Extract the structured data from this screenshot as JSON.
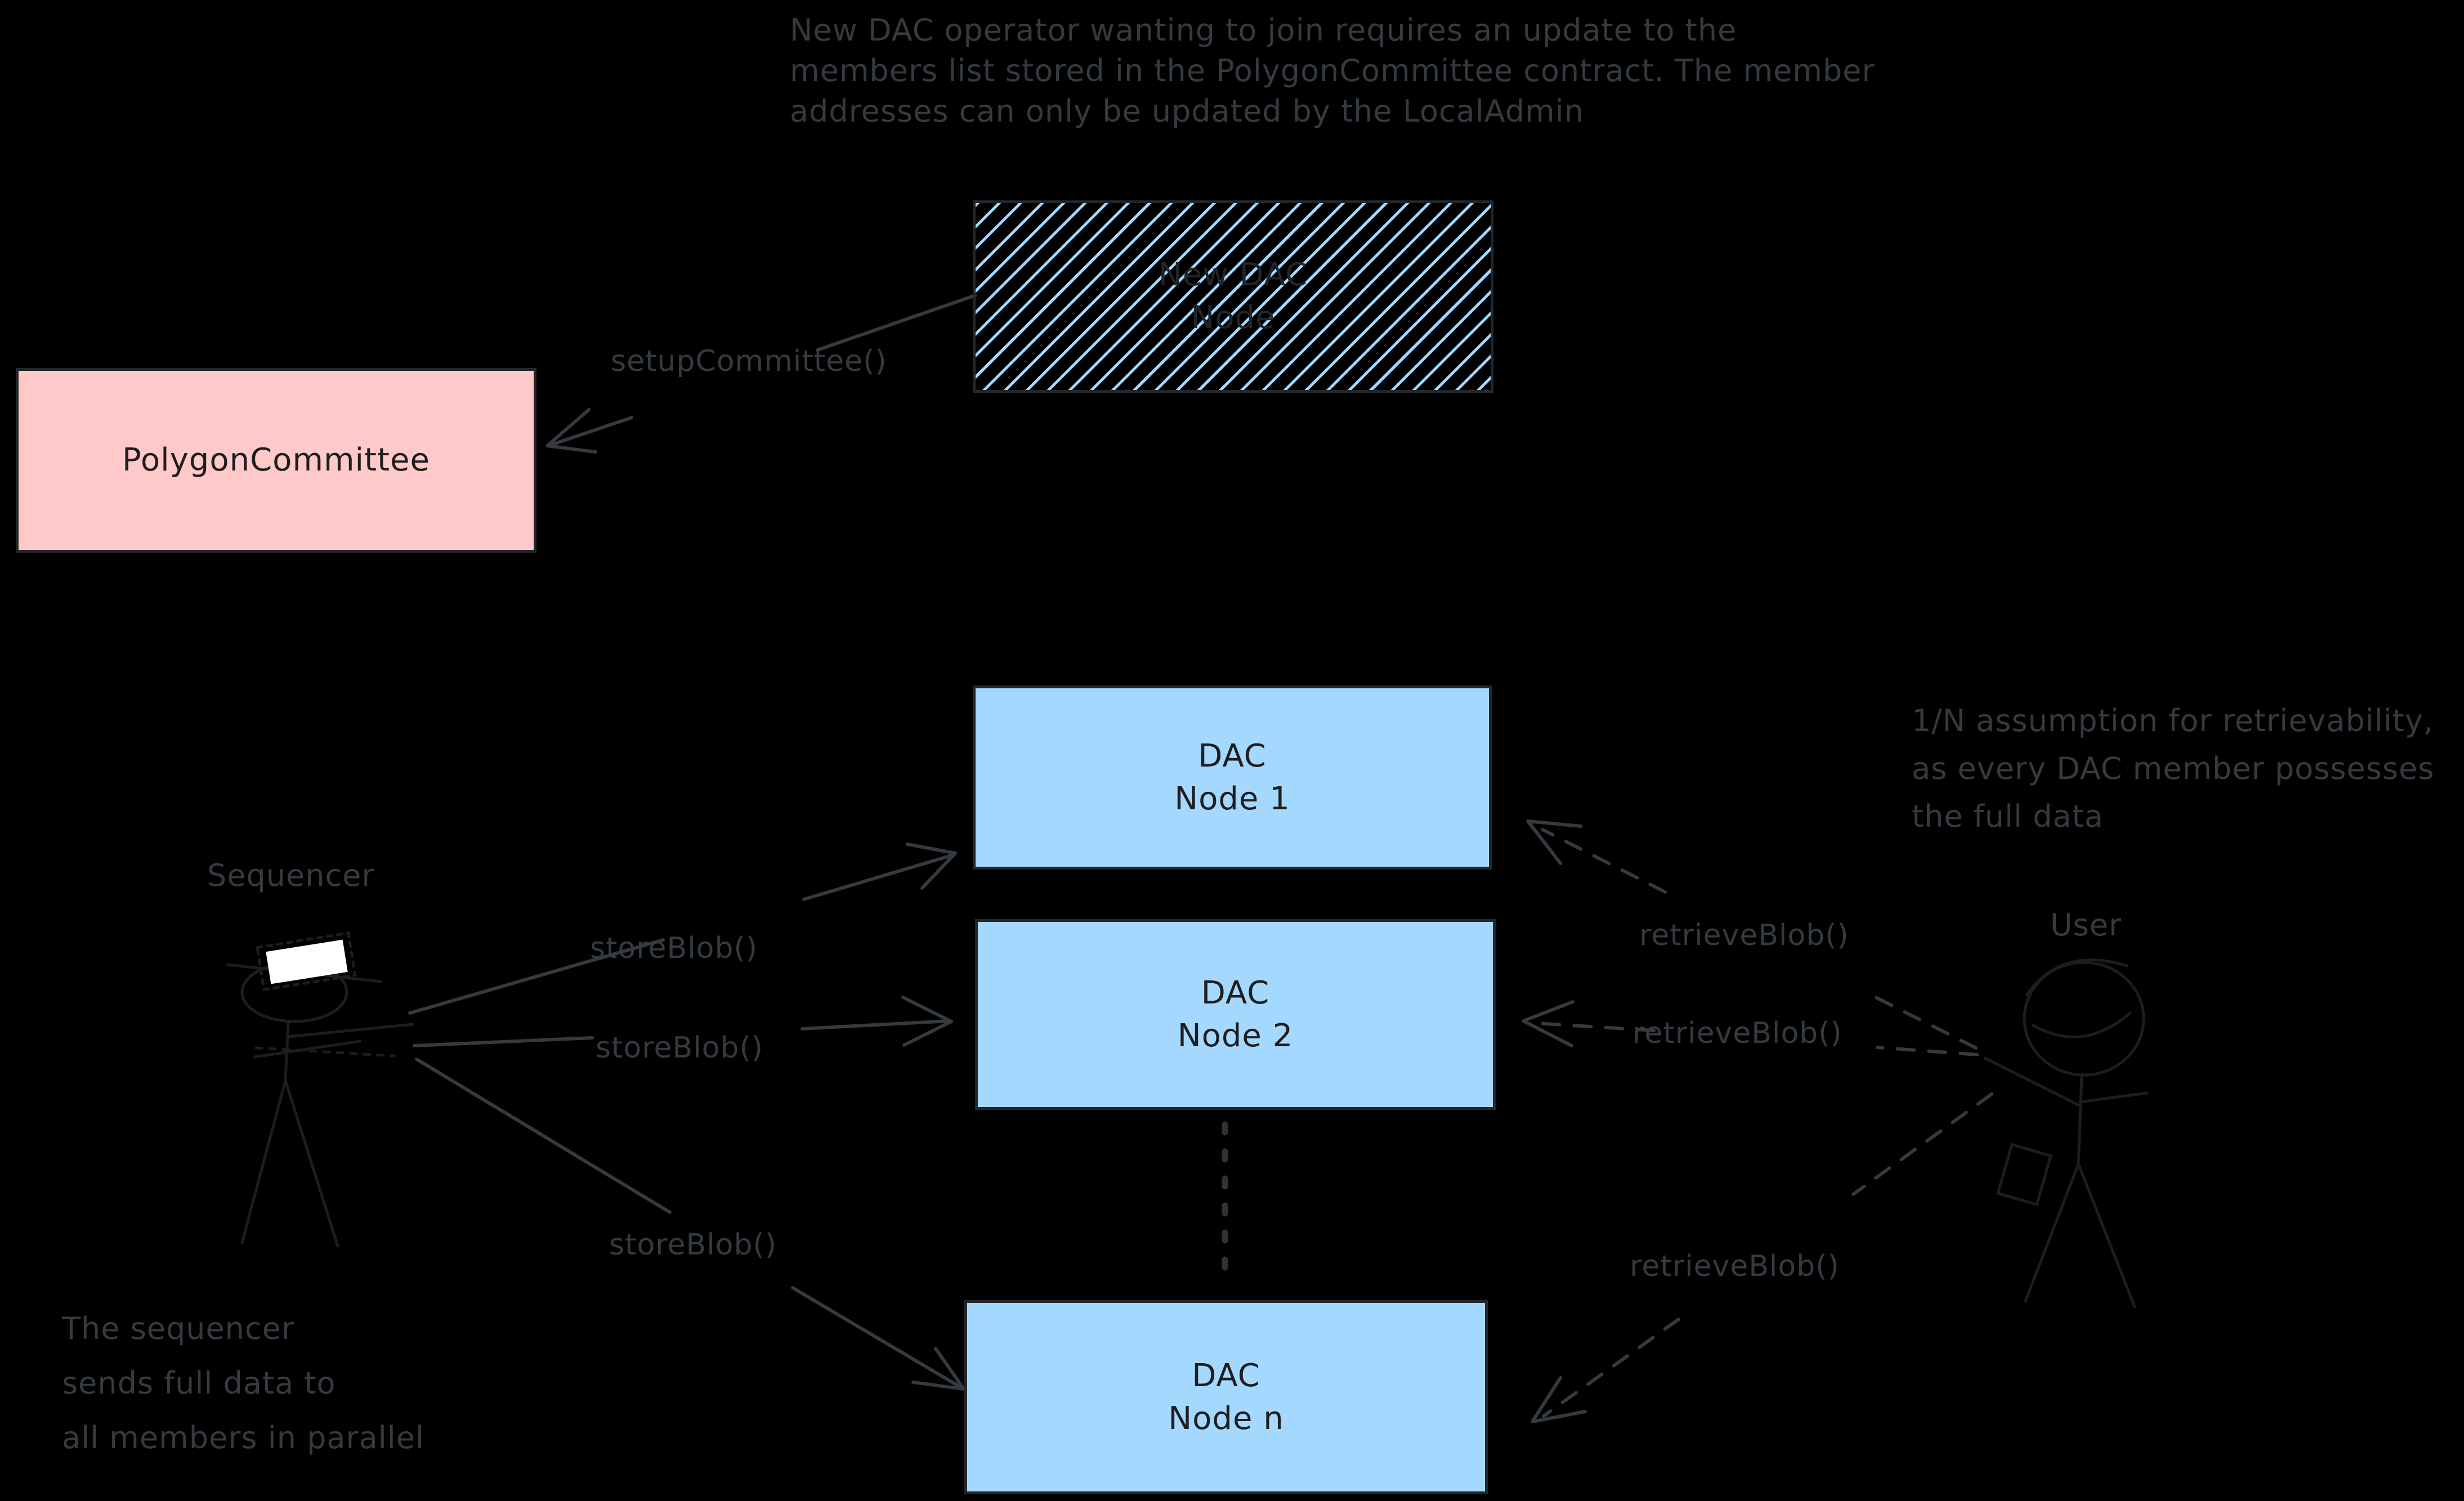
{
  "diagram": {
    "background": "#000000",
    "colors": {
      "annotation_gray": "#343a40",
      "committee_pink": "#ffc9c9",
      "node_blue": "#a5d8ff",
      "box_text_dark": "#1e1e1e",
      "figure_sketch": "#1b1e21",
      "hat_white": "#ffffff"
    },
    "annotations": {
      "top_note": "New DAC operator wanting to join requires an update to the\nmembers list stored in the PolygonCommittee contract. The member\naddresses can only be updated by the LocalAdmin",
      "retrievability_note": "1/N assumption for retrievability,\nas every DAC member possesses\nthe full data",
      "sequencer_note": "The sequencer\nsends full data to\nall members in parallel"
    },
    "nodes": {
      "new_dac_node": {
        "label": "New DAC\nNode"
      },
      "polygon_committee": {
        "label": "PolygonCommittee"
      },
      "dac_node_1": {
        "label": "DAC\nNode 1"
      },
      "dac_node_2": {
        "label": "DAC\nNode 2"
      },
      "dac_node_n": {
        "label": "DAC\nNode n"
      }
    },
    "actors": {
      "sequencer": {
        "label": "Sequencer"
      },
      "user": {
        "label": "User"
      }
    },
    "edges": {
      "setup_committee": {
        "label": "setupCommittee()"
      },
      "store_blob_1": {
        "label": "storeBlob()"
      },
      "store_blob_2": {
        "label": "storeBlob()"
      },
      "store_blob_3": {
        "label": "storeBlob()"
      },
      "retrieve_blob_1": {
        "label": "retrieveBlob()"
      },
      "retrieve_blob_2": {
        "label": "retrieveBlob()"
      },
      "retrieve_blob_3": {
        "label": "retrieveBlob()"
      }
    }
  }
}
